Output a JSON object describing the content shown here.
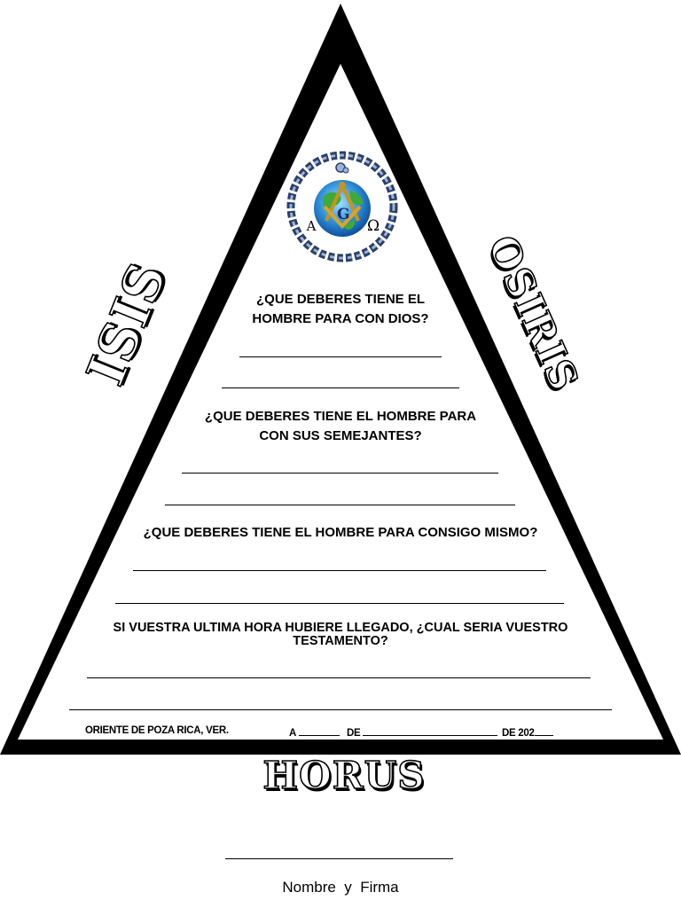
{
  "side_labels": {
    "left": "ISIS",
    "right": "OSIRIS",
    "bottom": "HORUS"
  },
  "emblem": {
    "left_letter": "A",
    "right_letter": "Ω",
    "center_letter": "G",
    "icon": "square-and-compass-globe-emblem"
  },
  "questions": [
    {
      "line1": "¿QUE DEBERES TIENE EL",
      "line2": "HOMBRE PARA CON DIOS?"
    },
    {
      "line1": "¿QUE DEBERES TIENE EL HOMBRE PARA",
      "line2": "CON SUS SEMEJANTES?"
    },
    {
      "line1": "¿QUE DEBERES TIENE EL HOMBRE PARA CONSIGO MISMO?"
    },
    {
      "line1": "SI VUESTRA ULTIMA HORA HUBIERE LLEGADO, ¿CUAL SERIA VUESTRO",
      "line2": "TESTAMENTO?"
    }
  ],
  "footer": {
    "place": "ORIENTE DE POZA RICA, VER.",
    "a_label": "A",
    "de_label": "DE",
    "year_label": "DE 202"
  },
  "signature": {
    "label": "Nombre  y  Firma"
  }
}
